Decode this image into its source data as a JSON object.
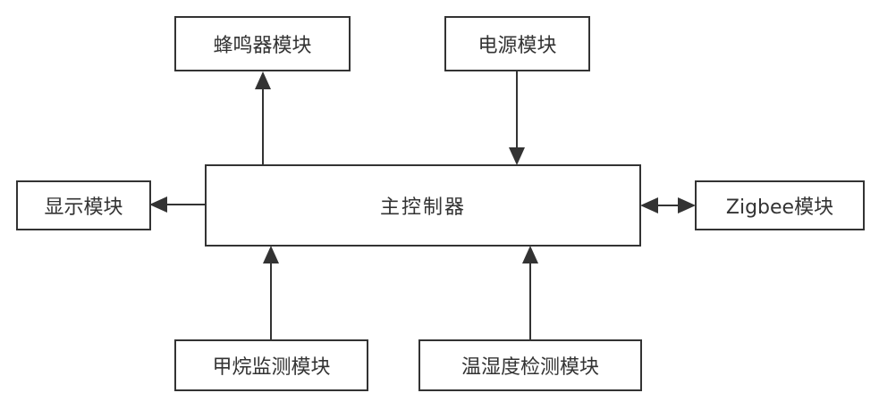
{
  "diagram": {
    "controller": "主控制器",
    "buzzer": "蜂鸣器模块",
    "power": "电源模块",
    "display": "显示模块",
    "zigbee": "Zigbee模块",
    "methane": "甲烷监测模块",
    "temp_humidity": "温湿度检测模块"
  },
  "connections": [
    {
      "from": "主控制器",
      "to": "蜂鸣器模块",
      "direction": "forward"
    },
    {
      "from": "电源模块",
      "to": "主控制器",
      "direction": "forward"
    },
    {
      "from": "主控制器",
      "to": "显示模块",
      "direction": "forward"
    },
    {
      "from": "主控制器",
      "to": "Zigbee模块",
      "direction": "bidirectional"
    },
    {
      "from": "甲烷监测模块",
      "to": "主控制器",
      "direction": "forward"
    },
    {
      "from": "温湿度检测模块",
      "to": "主控制器",
      "direction": "forward"
    }
  ]
}
